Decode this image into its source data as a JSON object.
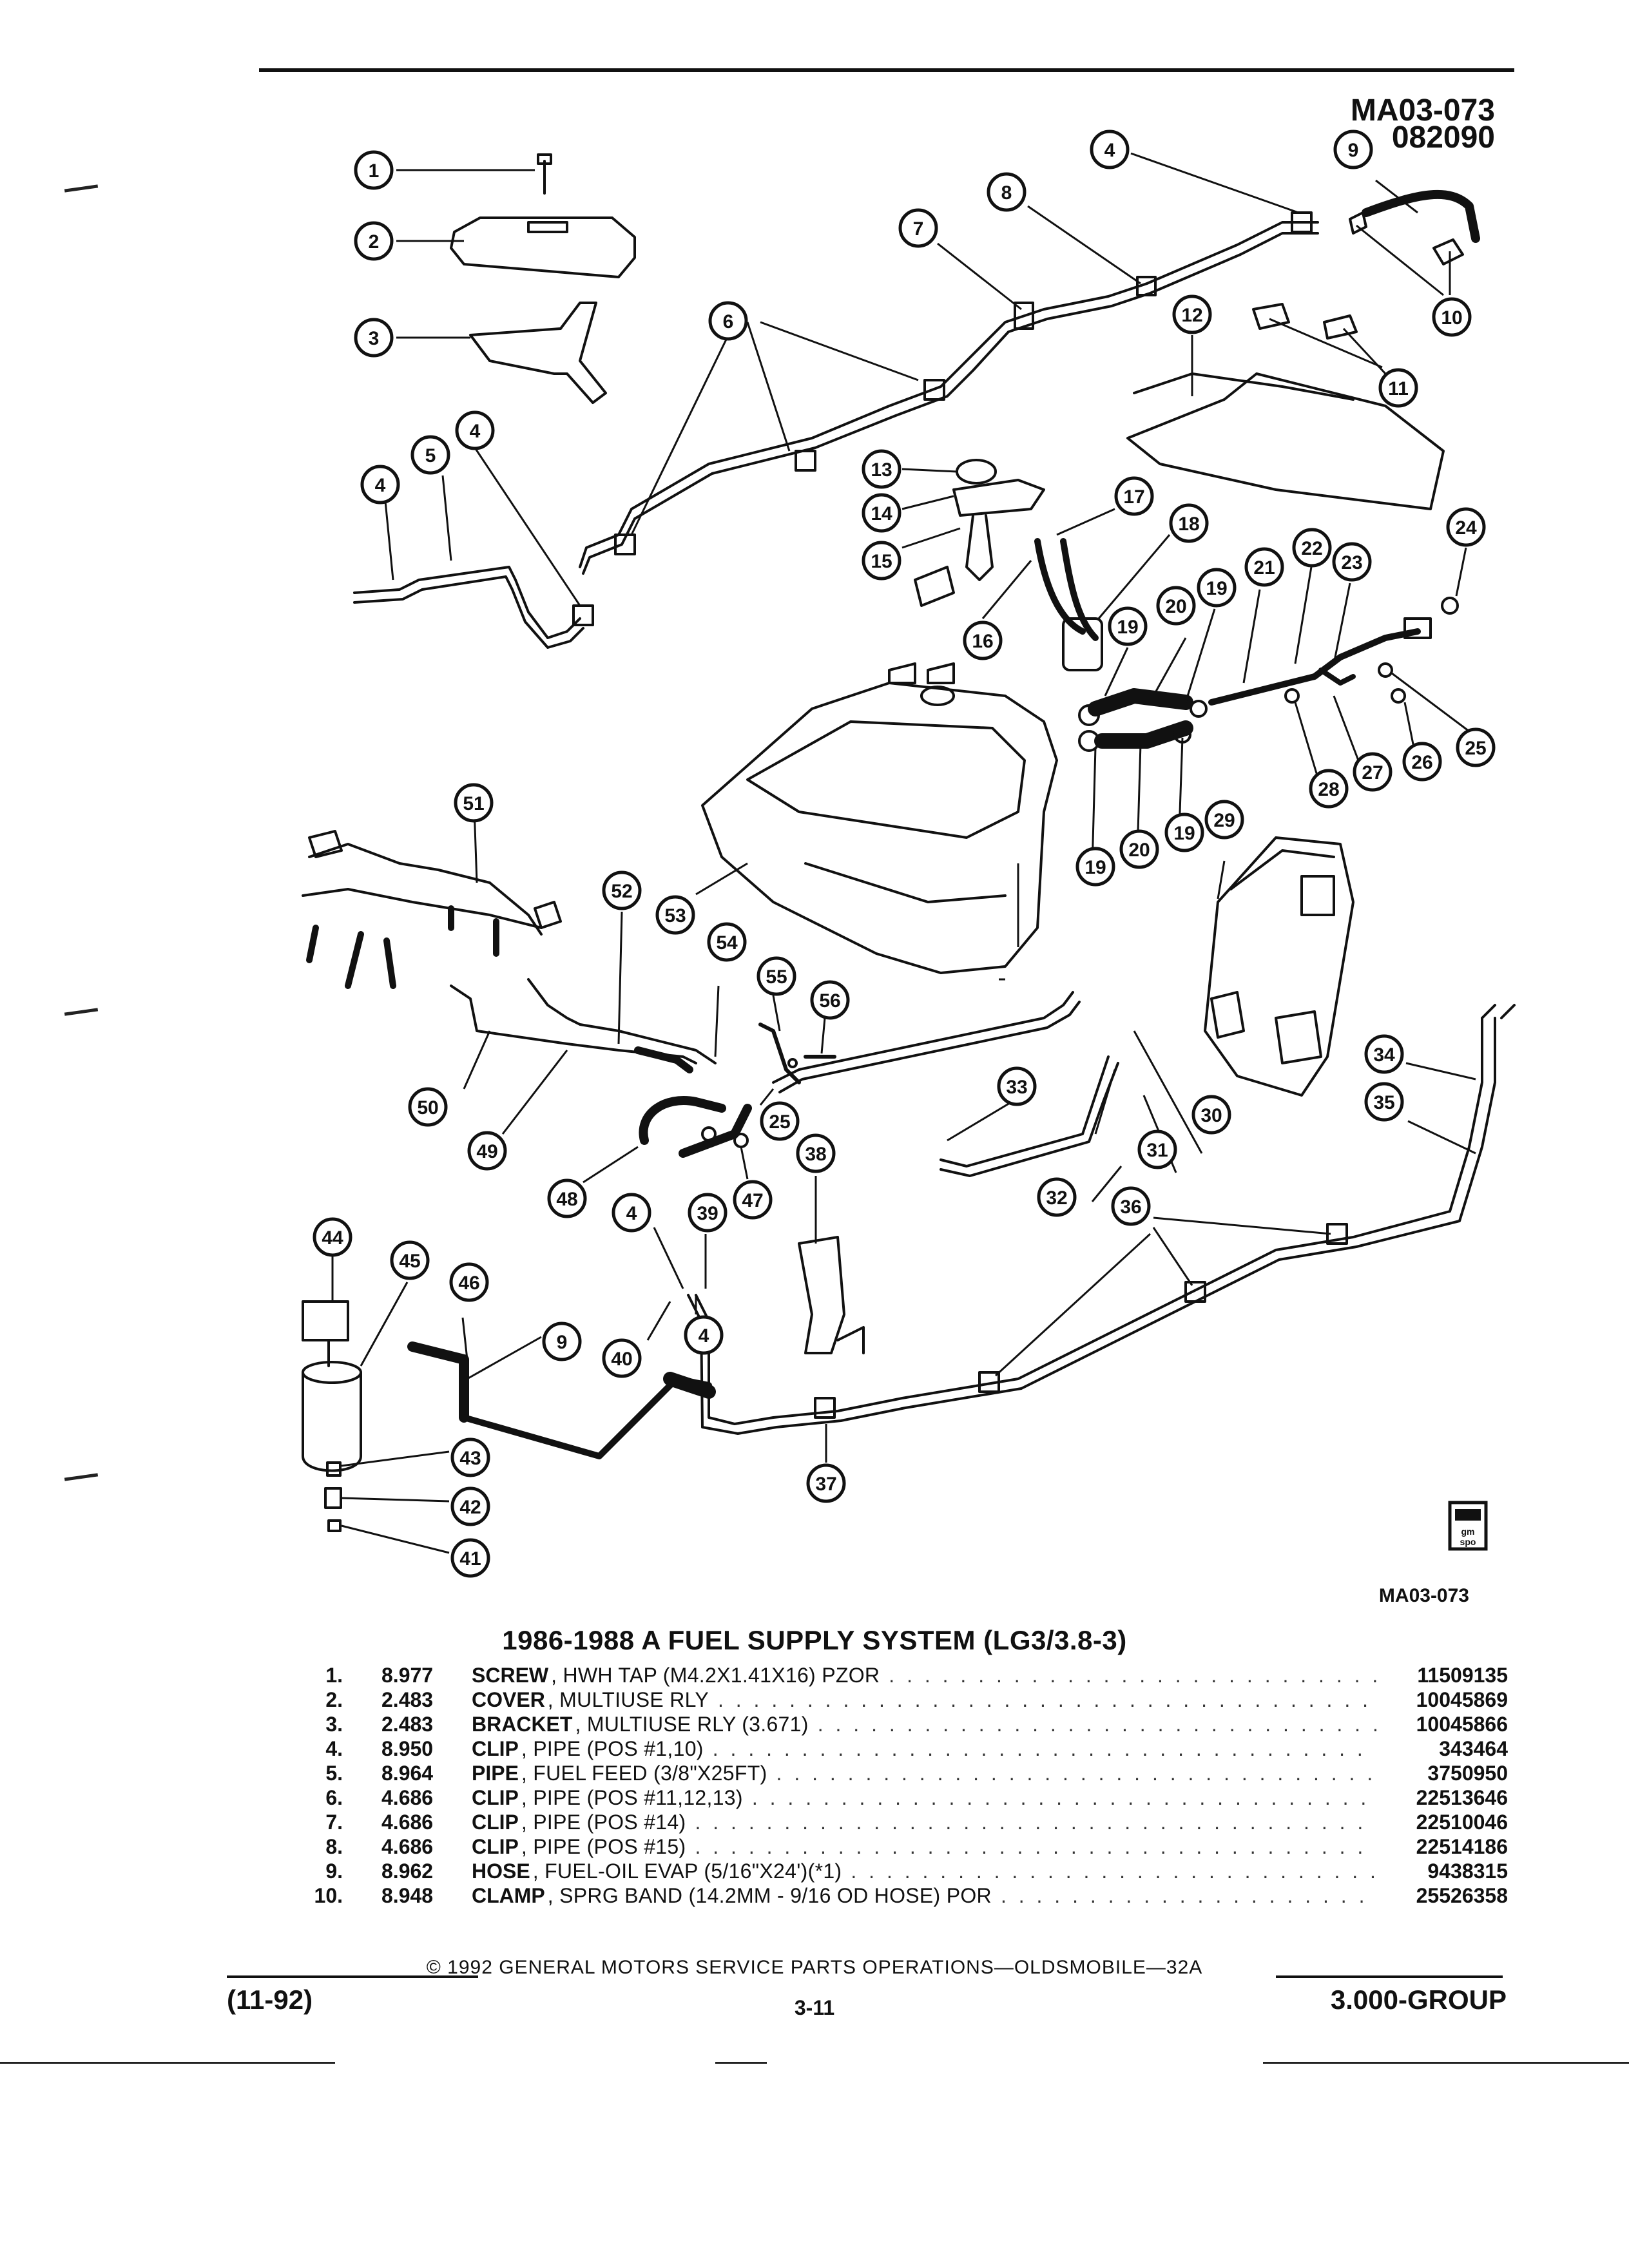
{
  "header": {
    "code": "MA03-073",
    "date_code": "082090"
  },
  "diagram": {
    "callouts": [
      "1",
      "2",
      "3",
      "4",
      "5",
      "6",
      "7",
      "8",
      "9",
      "10",
      "11",
      "12",
      "13",
      "14",
      "15",
      "16",
      "17",
      "18",
      "19",
      "20",
      "21",
      "22",
      "23",
      "24",
      "25",
      "26",
      "27",
      "28",
      "29",
      "30",
      "31",
      "32",
      "33",
      "34",
      "35",
      "36",
      "37",
      "38",
      "39",
      "40",
      "41",
      "42",
      "43",
      "44",
      "45",
      "46",
      "47",
      "48",
      "49",
      "50",
      "51",
      "52",
      "53",
      "54",
      "55",
      "56"
    ],
    "bottom_code": "MA03-073",
    "corner_icon": "gm-spo-logo-icon"
  },
  "title": "1986-1988 A FUEL SUPPLY SYSTEM (LG3/3.8-3)",
  "parts": [
    {
      "num": "1.",
      "section": "8.977",
      "name": "SCREW",
      "desc": ", HWH TAP (M4.2X1.41X16) PZOR",
      "part_no": "11509135"
    },
    {
      "num": "2.",
      "section": "2.483",
      "name": "COVER",
      "desc": ", MULTIUSE RLY",
      "part_no": "10045869"
    },
    {
      "num": "3.",
      "section": "2.483",
      "name": "BRACKET",
      "desc": ", MULTIUSE RLY (3.671)",
      "part_no": "10045866"
    },
    {
      "num": "4.",
      "section": "8.950",
      "name": "CLIP",
      "desc": ", PIPE (POS #1,10)",
      "part_no": "343464"
    },
    {
      "num": "5.",
      "section": "8.964",
      "name": "PIPE",
      "desc": ", FUEL FEED (3/8\"X25FT)",
      "part_no": "3750950"
    },
    {
      "num": "6.",
      "section": "4.686",
      "name": "CLIP",
      "desc": ", PIPE (POS #11,12,13)",
      "part_no": "22513646"
    },
    {
      "num": "7.",
      "section": "4.686",
      "name": "CLIP",
      "desc": ", PIPE (POS #14)",
      "part_no": "22510046"
    },
    {
      "num": "8.",
      "section": "4.686",
      "name": "CLIP",
      "desc": ", PIPE (POS #15)",
      "part_no": "22514186"
    },
    {
      "num": "9.",
      "section": "8.962",
      "name": "HOSE",
      "desc": ", FUEL-OIL EVAP (5/16\"X24')(*1)",
      "part_no": "9438315"
    },
    {
      "num": "10.",
      "section": "8.948",
      "name": "CLAMP",
      "desc": ", SPRG BAND (14.2MM - 9/16 OD HOSE) POR",
      "part_no": "25526358"
    }
  ],
  "footer": {
    "copyright": "© 1992 GENERAL MOTORS SERVICE PARTS OPERATIONS—OLDSMOBILE—32A",
    "date": "(11-92)",
    "page": "3-11",
    "group": "3.000-GROUP"
  }
}
